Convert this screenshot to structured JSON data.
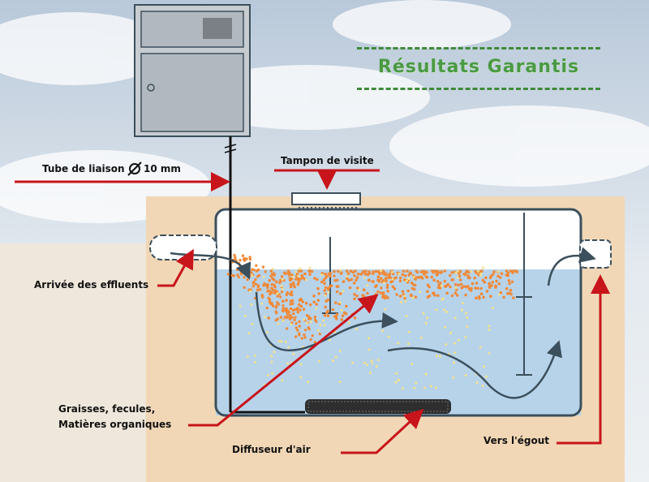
{
  "title": "Résultats Garantis",
  "labels": {
    "tube": "Tube de liaison",
    "tube_size": "10 mm",
    "tampon": "Tampon de visite",
    "arrivee": "Arrivée des effluents",
    "graisses_1": "Graisses, fecules,",
    "graisses_2": "Matières organiques",
    "diffuseur": "Diffuseur d'air",
    "egout": "Vers l'égout"
  },
  "colors": {
    "sky": "#c9d6e3",
    "ground": "#f1d7b6",
    "water": "#b7d3ea",
    "particles_dense": "#ef8a3a",
    "particles_light": "#f3e08a",
    "arrows": "#c8141b",
    "outline": "#3b4f5c",
    "title_green": "#4a9a44"
  }
}
